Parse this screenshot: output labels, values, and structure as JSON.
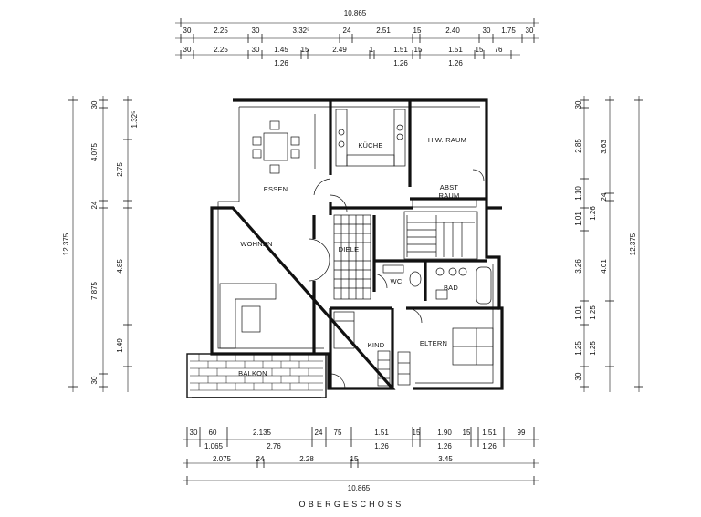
{
  "dimensions": {
    "top": {
      "overall": "10.865",
      "row1": [
        "30",
        "2.25",
        "30",
        "3.32⁵",
        "24",
        "2.51",
        "15",
        "2.40",
        "30",
        "1.75",
        "30"
      ],
      "row2a": [
        "30",
        "2.25",
        "30",
        "1.45",
        "15",
        "2.49",
        "1",
        "1.51",
        "15",
        "1.51",
        "15",
        "76"
      ],
      "row2b": [
        "1.26",
        "1.26",
        "1.26"
      ]
    },
    "bottom": {
      "row1": [
        "30",
        "60",
        "2.135",
        "24",
        "75",
        "1.51",
        "15",
        "1.90",
        "15",
        "1.51",
        "99"
      ],
      "row2": [
        "1.065",
        "2.76",
        "1.26",
        "1.26",
        "1.26"
      ],
      "row3": [
        "2.075",
        "24",
        "2.28",
        "15",
        "3.45"
      ],
      "overall": "10.865"
    },
    "left": {
      "overall": "12.375",
      "outer": [
        "30",
        "4.075",
        "24",
        "7.875",
        "30"
      ],
      "inner": [
        "1.32⁵",
        "2.75",
        "4.85",
        "1.49"
      ]
    },
    "right": {
      "overall": "12.375",
      "inner": [
        "30",
        "2.85",
        "1.10",
        "1.01",
        "3.26",
        "1.01",
        "1.25",
        "30"
      ],
      "mid": [
        "1.26",
        "1.25",
        "1.25"
      ],
      "outer": [
        "3.63",
        "24",
        "4.01"
      ]
    }
  },
  "rooms": {
    "essen": "ESSEN",
    "kueche": "KÜCHE",
    "hw_raum": "H.W. RAUM",
    "abst_raum_1": "ABST",
    "abst_raum_2": "RAUM",
    "wohnen": "WOHNEN",
    "diele": "DIELE",
    "wc": "WC",
    "bad": "BAD",
    "kind": "KIND",
    "eltern": "ELTERN",
    "balkon": "BALKON"
  },
  "caption": "OBERGESCHOSS"
}
